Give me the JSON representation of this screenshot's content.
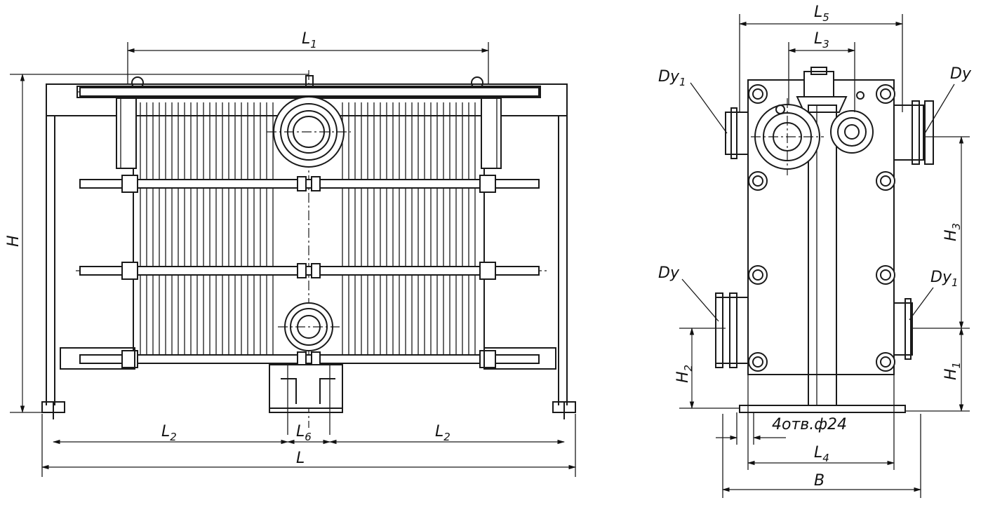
{
  "labels": {
    "L1": {
      "main": "L",
      "sub": "1"
    },
    "L2_left": {
      "main": "L",
      "sub": "2"
    },
    "L2_right": {
      "main": "L",
      "sub": "2"
    },
    "L6": {
      "main": "L",
      "sub": "6"
    },
    "L": {
      "main": "L"
    },
    "H": {
      "main": "H"
    },
    "L5": {
      "main": "L",
      "sub": "5"
    },
    "L3": {
      "main": "L",
      "sub": "3"
    },
    "L4": {
      "main": "L",
      "sub": "4"
    },
    "B": {
      "main": "B"
    },
    "H1": {
      "main": "H",
      "sub": "1"
    },
    "H2": {
      "main": "H",
      "sub": "2"
    },
    "H3": {
      "main": "H",
      "sub": "3"
    },
    "Dy_top_right": {
      "main": "Dy"
    },
    "Dy1_top_left": {
      "main": "Dy",
      "sub": "1"
    },
    "Dy_bottom_left": {
      "main": "Dy"
    },
    "Dy1_bottom_right": {
      "main": "Dy",
      "sub": "1"
    },
    "holes": {
      "main": "4отв.ф24"
    }
  }
}
